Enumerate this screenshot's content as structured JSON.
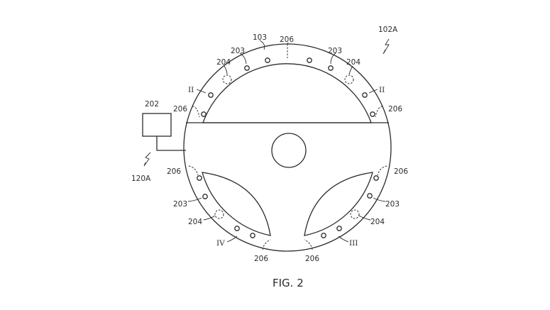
{
  "labels": {
    "system": "102A",
    "rim": "103",
    "controller": "202",
    "link": "120A",
    "sensor": "203",
    "pad": "204",
    "zone": "206",
    "section_two": "II",
    "section_three": "III",
    "section_four": "IV"
  },
  "caption": "FIG. 2"
}
